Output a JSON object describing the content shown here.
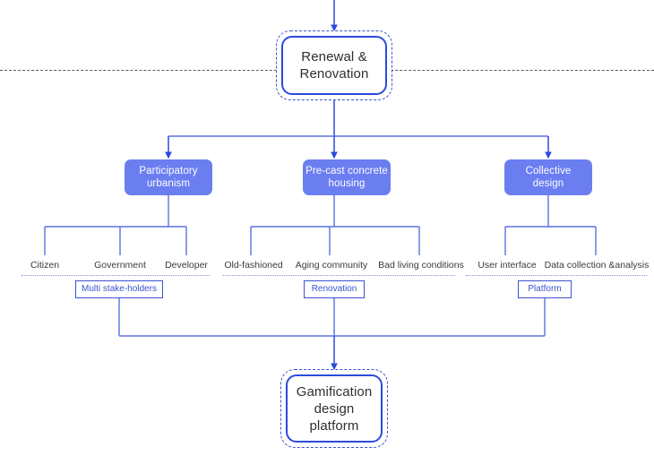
{
  "diagram": {
    "title_flow": "Renewal & Renovation to Gamification design platform",
    "accent_blue": "#2b4bdb",
    "fill_blue": "#6b7ef0",
    "label_blue": "#3a53d0",
    "dotted_blue": "#7f8fe0",
    "dash_gray": "#5a5a5a",
    "top_node": {
      "label": "Renewal &\nRenovation",
      "line1": "Renewal &",
      "line2": "Renovation"
    },
    "bottom_node": {
      "line1": "Gamification",
      "line2": "design",
      "line3": "platform"
    },
    "branches": [
      {
        "id": "participatory-urbanism",
        "line1": "Participatory",
        "line2": "urbanism",
        "leaves": [
          "Citizen",
          "Government",
          "Developer"
        ],
        "summary": "Multi stake-holders"
      },
      {
        "id": "pre-cast-concrete-housing",
        "line1": "Pre-cast concrete",
        "line2": "housing",
        "leaves": [
          "Old-fashioned",
          "Aging community",
          "Bad living conditions"
        ],
        "summary": "Renovation"
      },
      {
        "id": "collective-design",
        "line1": "Collective",
        "line2": "design",
        "leaves": [
          "User interface",
          "Data collection &analysis"
        ],
        "summary": "Platform"
      }
    ]
  }
}
